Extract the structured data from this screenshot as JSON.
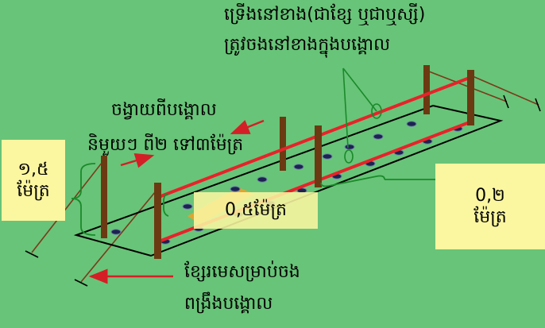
{
  "labels": {
    "top_line1": "ទ្រើងនៅខាង(ជាខ្សែ ឬជាឬស្សី)",
    "top_line2": "ត្រូវចងនៅខាងក្នុងបង្គោល",
    "spacing_line1": "ចង្វាយពីបង្គោល",
    "spacing_line2": "និមួយៗ ពី២ ទៅ៣ម៉ែត្រ",
    "height_value": "១,៥",
    "height_unit": "ម៉ែត្រ",
    "gap_value": "0,២",
    "gap_unit": "ម៉ែត្រ",
    "width_label": "0,៥ម៉ែត្រ",
    "bottom_line1": "ខ្សែរមេសម្រាប់ចង",
    "bottom_line2": "ពង្រឹងបង្គោល"
  },
  "colors": {
    "background": "#68c478",
    "label_box": "#fbf6a0",
    "post": "#6b3a12",
    "rail": "#e8222a",
    "arrow": "#d41f26",
    "bracket": "#1a8a2a",
    "guy_wire": "#7a3a1a",
    "bed_outline": "#000000",
    "plant_hole": "#1c2350"
  }
}
